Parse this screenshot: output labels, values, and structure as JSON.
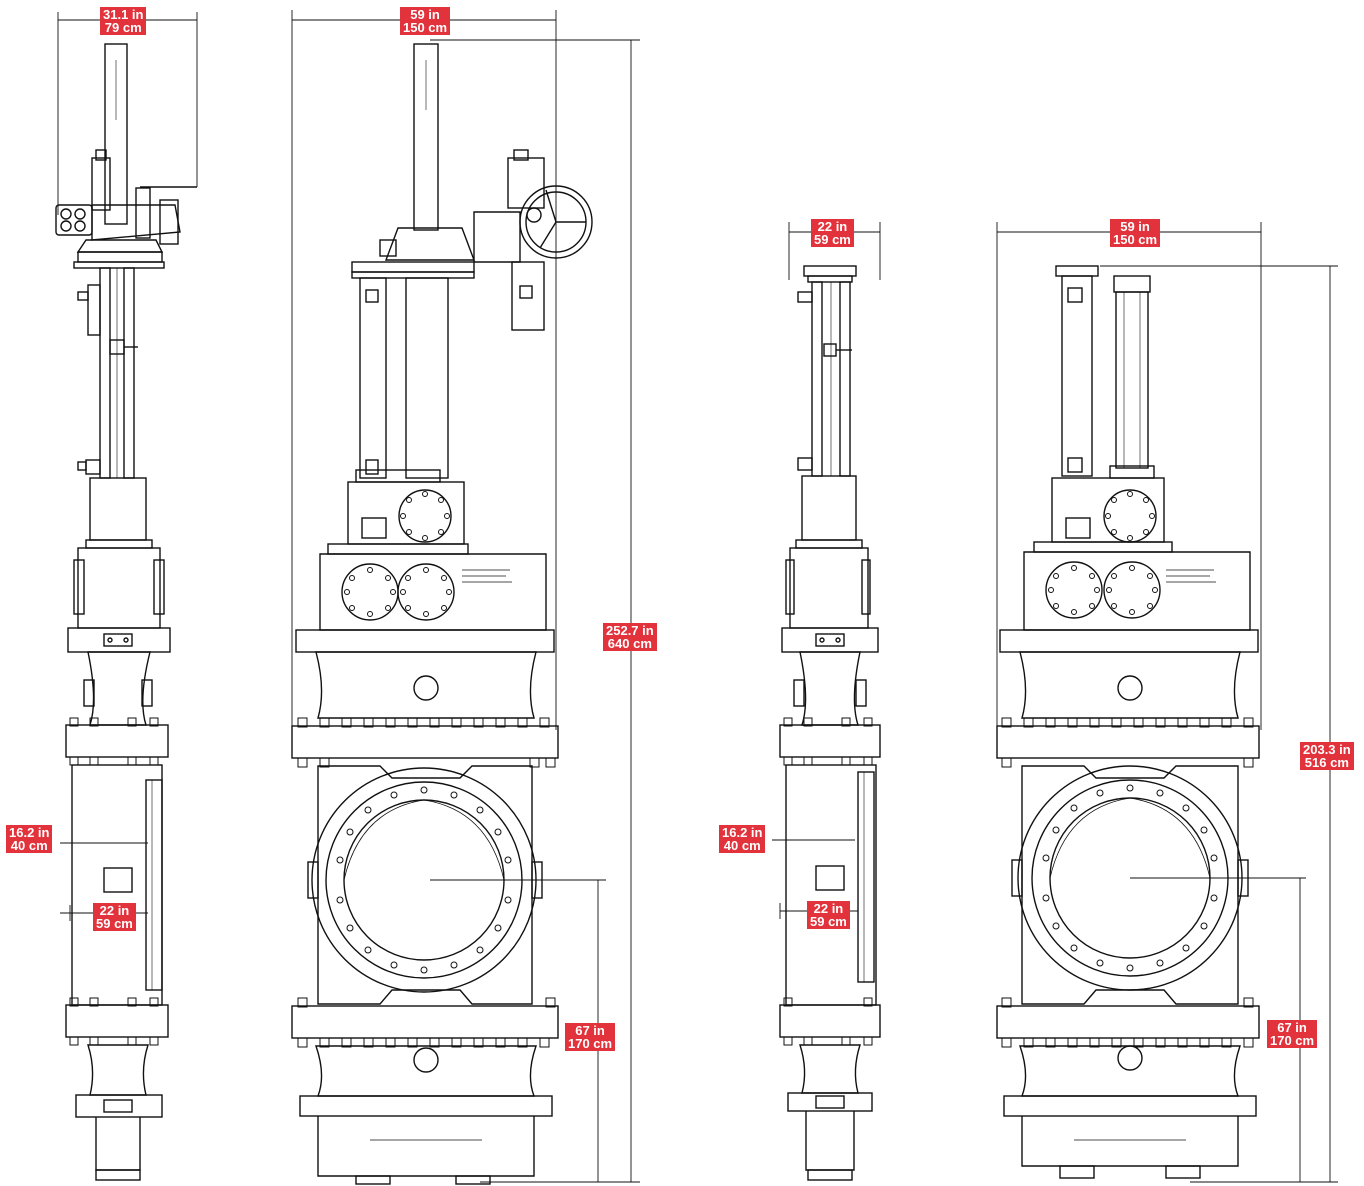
{
  "colors": {
    "label_bg": "#e2323b",
    "label_text": "#ffffff",
    "line": "#111111"
  },
  "views": [
    {
      "name": "Side view with actuator",
      "labels": [
        {
          "id": "v1-top-width",
          "line1": "31.1 in",
          "line2": "79 cm"
        },
        {
          "id": "v1-body-depth",
          "line1": "16.2 in",
          "line2": "40 cm"
        },
        {
          "id": "v1-flange-width",
          "line1": "22 in",
          "line2": "59 cm"
        }
      ]
    },
    {
      "name": "Front view with actuator",
      "labels": [
        {
          "id": "v2-top-width",
          "line1": "59 in",
          "line2": "150 cm"
        },
        {
          "id": "v2-total-height",
          "line1": "252.7 in",
          "line2": "640 cm"
        },
        {
          "id": "v2-centerline-height",
          "line1": "67 in",
          "line2": "170 cm"
        }
      ]
    },
    {
      "name": "Side view with cylinder",
      "labels": [
        {
          "id": "v3-top-width",
          "line1": "22 in",
          "line2": "59 cm"
        },
        {
          "id": "v3-body-depth",
          "line1": "16.2 in",
          "line2": "40 cm"
        },
        {
          "id": "v3-flange-width",
          "line1": "22 in",
          "line2": "59 cm"
        }
      ]
    },
    {
      "name": "Front view with cylinder",
      "labels": [
        {
          "id": "v4-top-width",
          "line1": "59 in",
          "line2": "150 cm"
        },
        {
          "id": "v4-total-height",
          "line1": "203.3 in",
          "line2": "516 cm"
        },
        {
          "id": "v4-centerline-height",
          "line1": "67 in",
          "line2": "170 cm"
        }
      ]
    }
  ]
}
